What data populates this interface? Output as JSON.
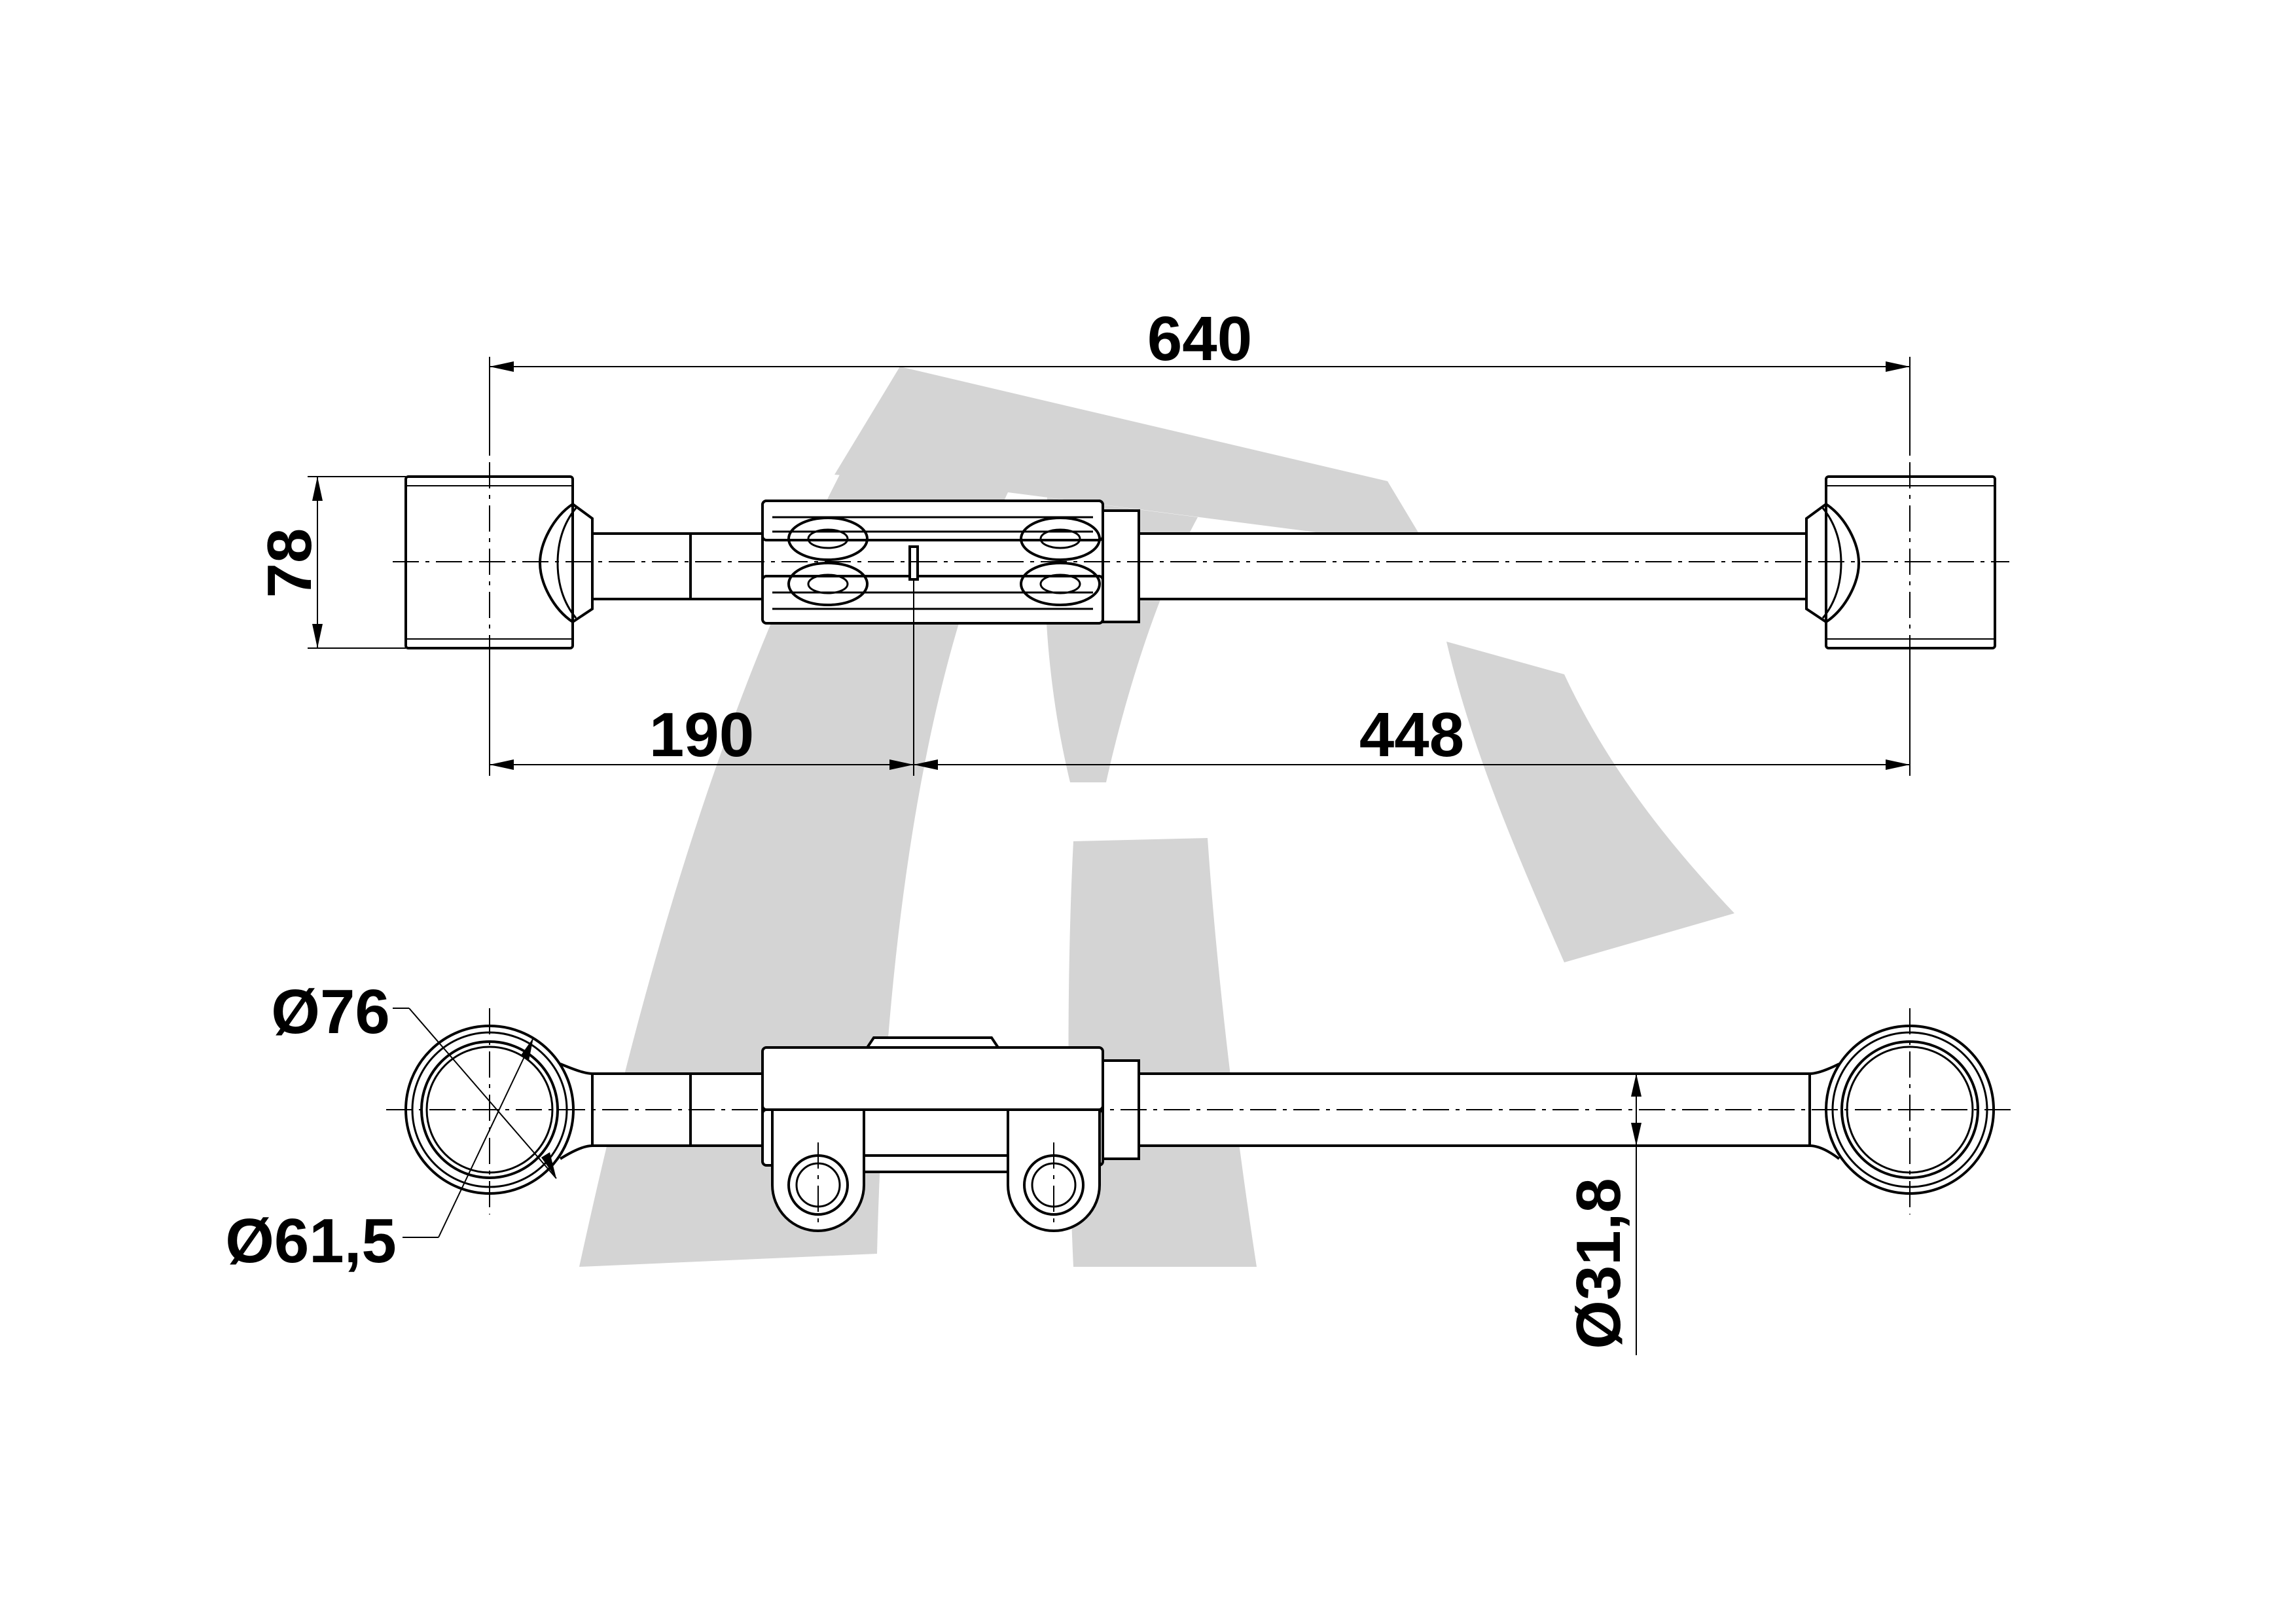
{
  "dimensions": {
    "overall_length": "640",
    "left_offset": "190",
    "right_offset": "448",
    "eye_width": "78",
    "eye_outer_diameter": "Ø76",
    "eye_inner_diameter": "Ø61,5",
    "tube_diameter": "Ø31,8"
  },
  "colors": {
    "line": "#000000",
    "watermark": "#d4d4d4",
    "background": "#ffffff"
  }
}
